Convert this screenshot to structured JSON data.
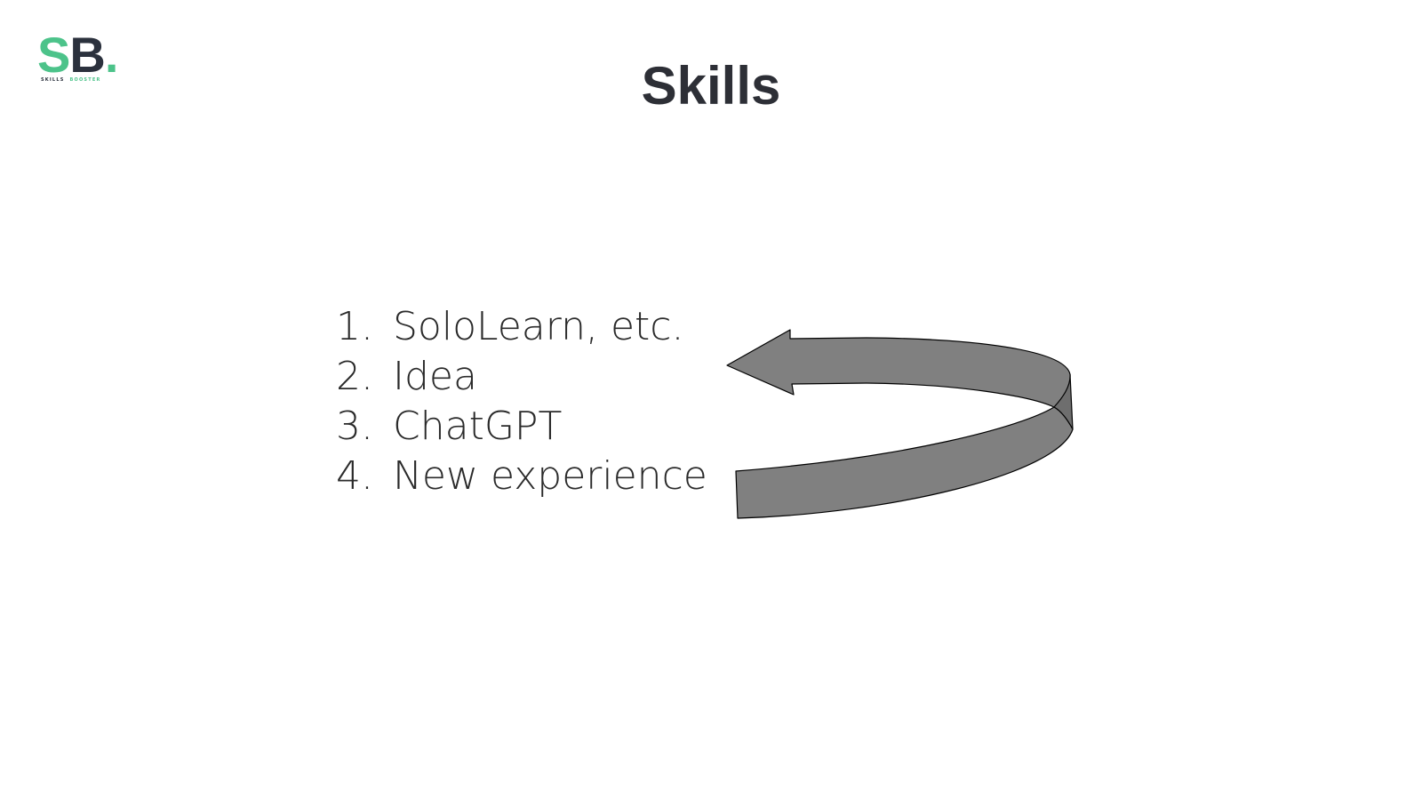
{
  "logo": {
    "letter_s": "S",
    "letter_b": "B",
    "dot": ".",
    "sub_left": "SKILLS",
    "sub_right": "BOOSTER",
    "colors": {
      "green": "#4cc38a",
      "dark": "#2b313d"
    }
  },
  "title": "Skills",
  "list": {
    "items": [
      {
        "num": "1.",
        "text": "SoloLearn, etc."
      },
      {
        "num": "2.",
        "text": "Idea"
      },
      {
        "num": "3.",
        "text": "ChatGPT"
      },
      {
        "num": "4.",
        "text": "New experience"
      }
    ]
  },
  "arrow": {
    "icon": "curved-return-arrow-icon",
    "fill": "#808080",
    "stroke": "#000000"
  }
}
